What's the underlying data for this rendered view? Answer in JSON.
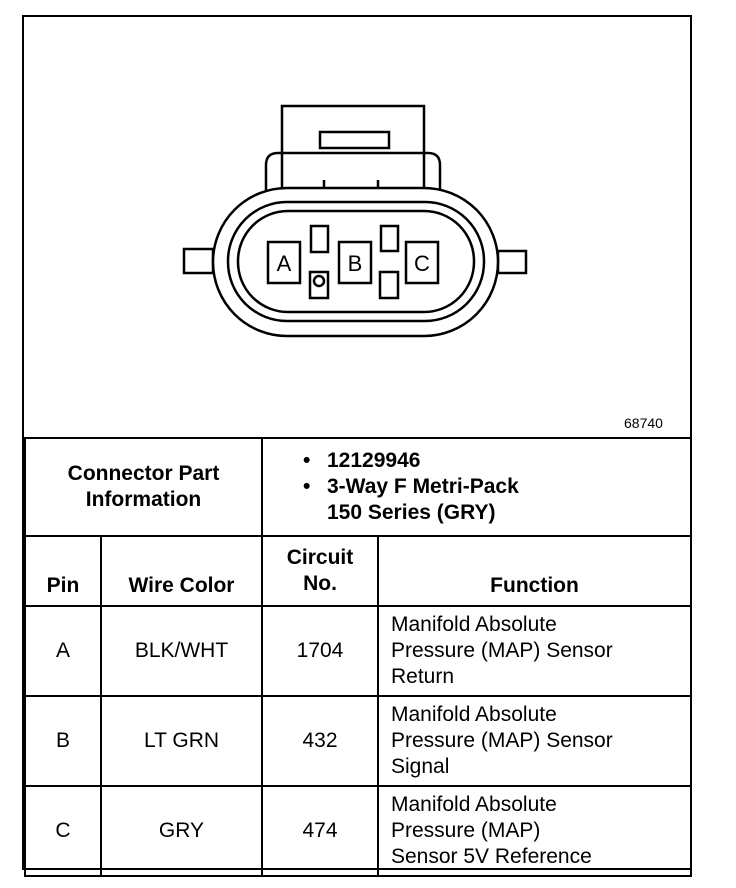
{
  "figure_id": "68740",
  "connector": {
    "pin_letters": [
      "A",
      "B",
      "C"
    ]
  },
  "part_info": {
    "label_line1": "Connector Part",
    "label_line2": "Information",
    "part_number": "12129946",
    "desc_line1": "3-Way F Metri-Pack",
    "desc_line2": "150 Series (GRY)"
  },
  "table": {
    "headers": {
      "pin": "Pin",
      "wire_color": "Wire Color",
      "circuit_line1": "Circuit",
      "circuit_line2": "No.",
      "function": "Function"
    },
    "rows": [
      {
        "pin": "A",
        "wire_color": "BLK/WHT",
        "circuit": "1704",
        "function_lines": [
          "Manifold Absolute",
          "Pressure (MAP) Sensor",
          "Return"
        ]
      },
      {
        "pin": "B",
        "wire_color": "LT GRN",
        "circuit": "432",
        "function_lines": [
          "Manifold Absolute",
          "Pressure (MAP) Sensor",
          "Signal"
        ]
      },
      {
        "pin": "C",
        "wire_color": "GRY",
        "circuit": "474",
        "function_lines": [
          "Manifold Absolute",
          "Pressure (MAP)",
          "Sensor 5V Reference"
        ]
      }
    ]
  }
}
